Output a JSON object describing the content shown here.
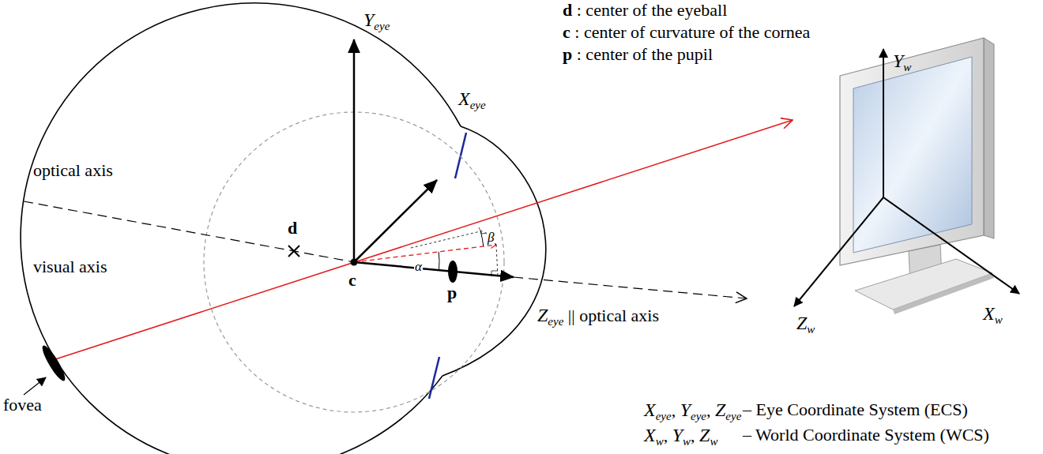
{
  "diagram": {
    "labels": [
      "d",
      ": center of the eyeball",
      "c",
      ": center of curvature of the cornea",
      "p",
      ": center of the pupil",
      "Y",
      "eye",
      "X",
      "eye",
      "optical axis",
      "d",
      "visual axis",
      "c",
      "p",
      "α",
      "β",
      "Z",
      "eye",
      "|| optical axis",
      "fovea",
      "Y",
      "w",
      "Z",
      "w",
      "X",
      "w",
      "X",
      "eye",
      ",",
      "Y",
      "eye",
      ",",
      "Z",
      "eye",
      "– Eye Coordinate System (ECS)",
      "X",
      "w",
      ",",
      "Y",
      "w",
      ",",
      "Z",
      "w",
      "– World Coordinate System (WCS)"
    ]
  }
}
